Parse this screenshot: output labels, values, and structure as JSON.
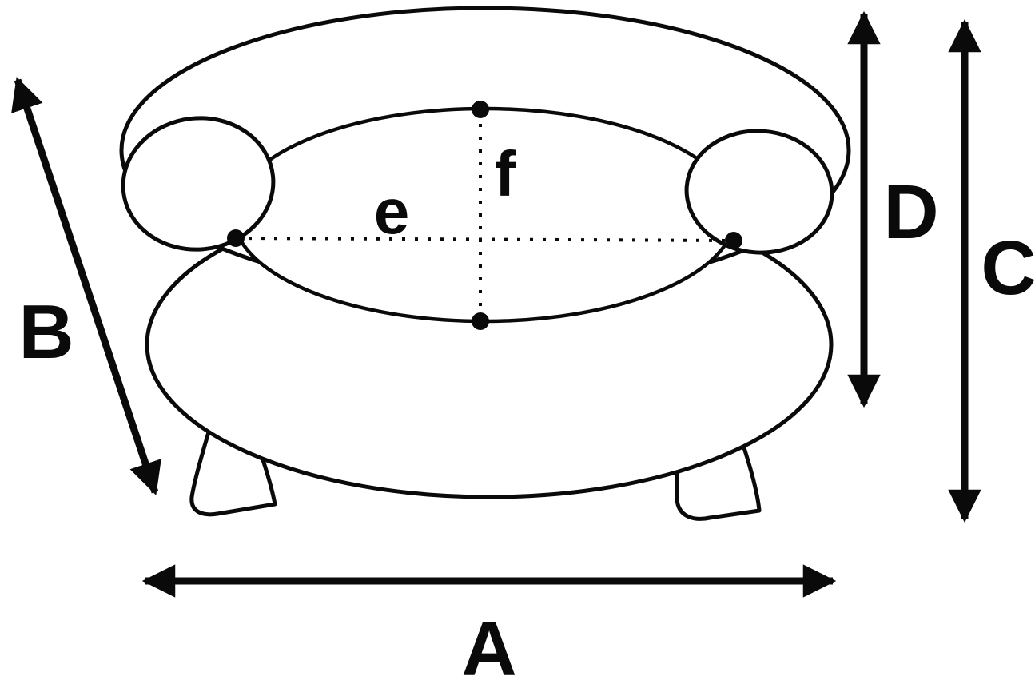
{
  "colors": {
    "line": "#0a0a0a",
    "background": "#ffffff"
  },
  "dimension_labels": {
    "a": "A",
    "b": "B",
    "c": "C",
    "d": "D",
    "e": "e",
    "f": "f"
  }
}
